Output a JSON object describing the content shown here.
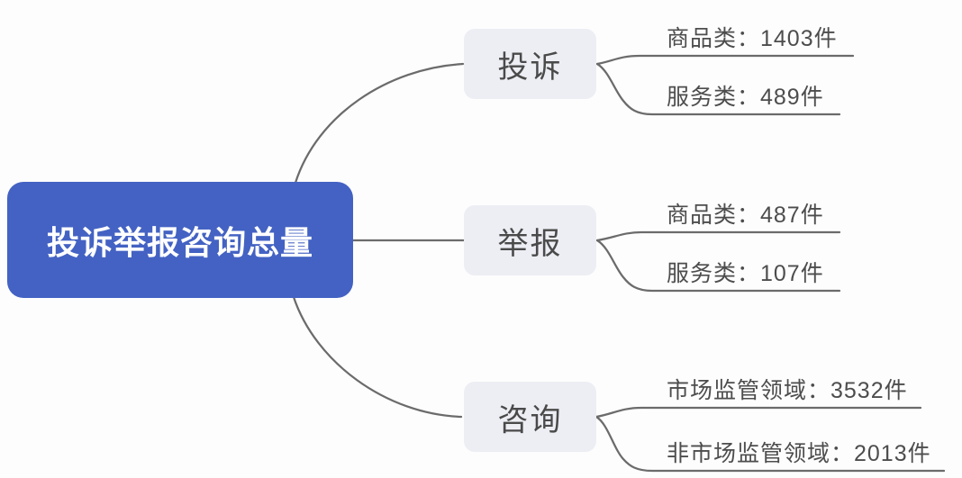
{
  "diagram": {
    "type": "mindmap",
    "root": {
      "label": "投诉举报咨询总量"
    },
    "branches": [
      {
        "label": "投诉",
        "leaves": [
          {
            "label": "商品类：1403件",
            "category": "商品类",
            "value": 1403,
            "unit": "件"
          },
          {
            "label": "服务类：489件",
            "category": "服务类",
            "value": 489,
            "unit": "件"
          }
        ]
      },
      {
        "label": "举报",
        "leaves": [
          {
            "label": "商品类：487件",
            "category": "商品类",
            "value": 487,
            "unit": "件"
          },
          {
            "label": "服务类：107件",
            "category": "服务类",
            "value": 107,
            "unit": "件"
          }
        ]
      },
      {
        "label": "咨询",
        "leaves": [
          {
            "label": "市场监管领域：3532件",
            "category": "市场监管领域",
            "value": 3532,
            "unit": "件"
          },
          {
            "label": "非市场监管领域：2013件",
            "category": "非市场监管领域",
            "value": 2013,
            "unit": "件"
          }
        ]
      }
    ],
    "colors": {
      "root_bg": "#4362c3",
      "root_text": "#ffffff",
      "branch_bg": "#edeef4",
      "branch_text": "#4a4a4a",
      "leaf_text": "#4d4d4d",
      "connector_line": "#6b6b6b",
      "background": "#fdfdfd"
    }
  }
}
